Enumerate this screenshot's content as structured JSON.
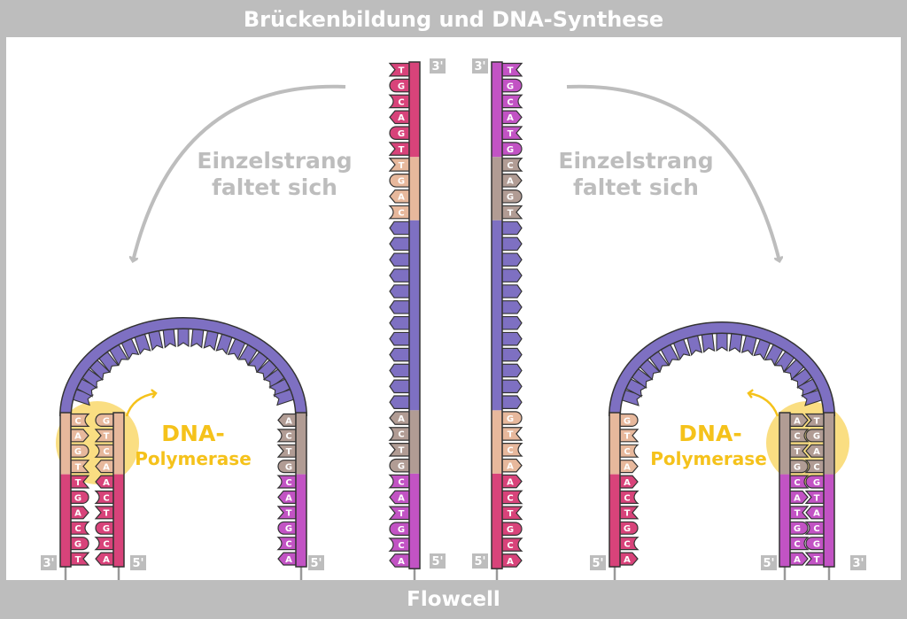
{
  "title": "Brückenbildung und DNA-Synthese",
  "footer": "Flowcell",
  "fold_text_line1": "Einzelstrang",
  "fold_text_line2": "faltet sich",
  "polymerase_line1": "DNA-",
  "polymerase_line2": "Polymerase",
  "colors": {
    "pink": "#d8437a",
    "tan": "#e7b89c",
    "purple": "#7e70c2",
    "taupe": "#b19c94",
    "magenta": "#c253c4",
    "yellow": "#f5c21b",
    "gray": "#bdbdbd"
  },
  "end_labels": {
    "three": "3'",
    "five": "5'"
  },
  "strands": {
    "center_left": [
      {
        "color": "pink",
        "bases": [
          "T",
          "G",
          "C",
          "A",
          "G",
          "T"
        ]
      },
      {
        "color": "tan",
        "bases": [
          "T",
          "G",
          "A",
          "C"
        ]
      },
      {
        "color": "purple",
        "bases": [
          "",
          "",
          "",
          "",
          "",
          "",
          "",
          "",
          "",
          "",
          "",
          ""
        ]
      },
      {
        "color": "taupe",
        "bases": [
          "A",
          "C",
          "T",
          "G"
        ]
      },
      {
        "color": "magenta",
        "bases": [
          "C",
          "A",
          "T",
          "G",
          "C",
          "A"
        ]
      }
    ],
    "center_right": [
      {
        "color": "magenta",
        "bases": [
          "T",
          "G",
          "C",
          "A",
          "T",
          "G"
        ]
      },
      {
        "color": "taupe",
        "bases": [
          "C",
          "A",
          "G",
          "T"
        ]
      },
      {
        "color": "purple",
        "bases": [
          "",
          "",
          "",
          "",
          "",
          "",
          "",
          "",
          "",
          "",
          "",
          ""
        ]
      },
      {
        "color": "tan",
        "bases": [
          "G",
          "T",
          "C",
          "A"
        ]
      },
      {
        "color": "pink",
        "bases": [
          "A",
          "C",
          "T",
          "G",
          "C",
          "A"
        ]
      }
    ],
    "left_arch_template_left": [
      {
        "color": "tan",
        "bases": [
          "C",
          "A",
          "G",
          "T"
        ]
      },
      {
        "color": "pink",
        "bases": [
          "T",
          "G",
          "A",
          "C",
          "G",
          "T"
        ]
      }
    ],
    "left_arch_new": [
      {
        "color": "tan",
        "bases": [
          "G",
          "T",
          "C",
          "A"
        ]
      },
      {
        "color": "pink",
        "bases": [
          "A",
          "C",
          "T",
          "G",
          "C",
          "A"
        ]
      }
    ],
    "left_arch_template_right": [
      {
        "color": "taupe",
        "bases": [
          "A",
          "C",
          "T",
          "G"
        ]
      },
      {
        "color": "magenta",
        "bases": [
          "C",
          "A",
          "T",
          "G",
          "C",
          "A"
        ]
      }
    ],
    "right_arch_template_left": [
      {
        "color": "tan",
        "bases": [
          "G",
          "T",
          "C",
          "A"
        ]
      },
      {
        "color": "pink",
        "bases": [
          "A",
          "C",
          "T",
          "G",
          "C",
          "A"
        ]
      }
    ],
    "right_arch_new": [
      {
        "color": "taupe",
        "bases": [
          "A",
          "C",
          "T",
          "G"
        ]
      },
      {
        "color": "magenta",
        "bases": [
          "C",
          "A",
          "T",
          "G",
          "C",
          "A"
        ]
      }
    ],
    "right_arch_template_right": [
      {
        "color": "taupe",
        "bases": [
          "T",
          "G",
          "A",
          "C"
        ]
      },
      {
        "color": "magenta",
        "bases": [
          "G",
          "T",
          "A",
          "C",
          "G",
          "T"
        ]
      }
    ]
  }
}
